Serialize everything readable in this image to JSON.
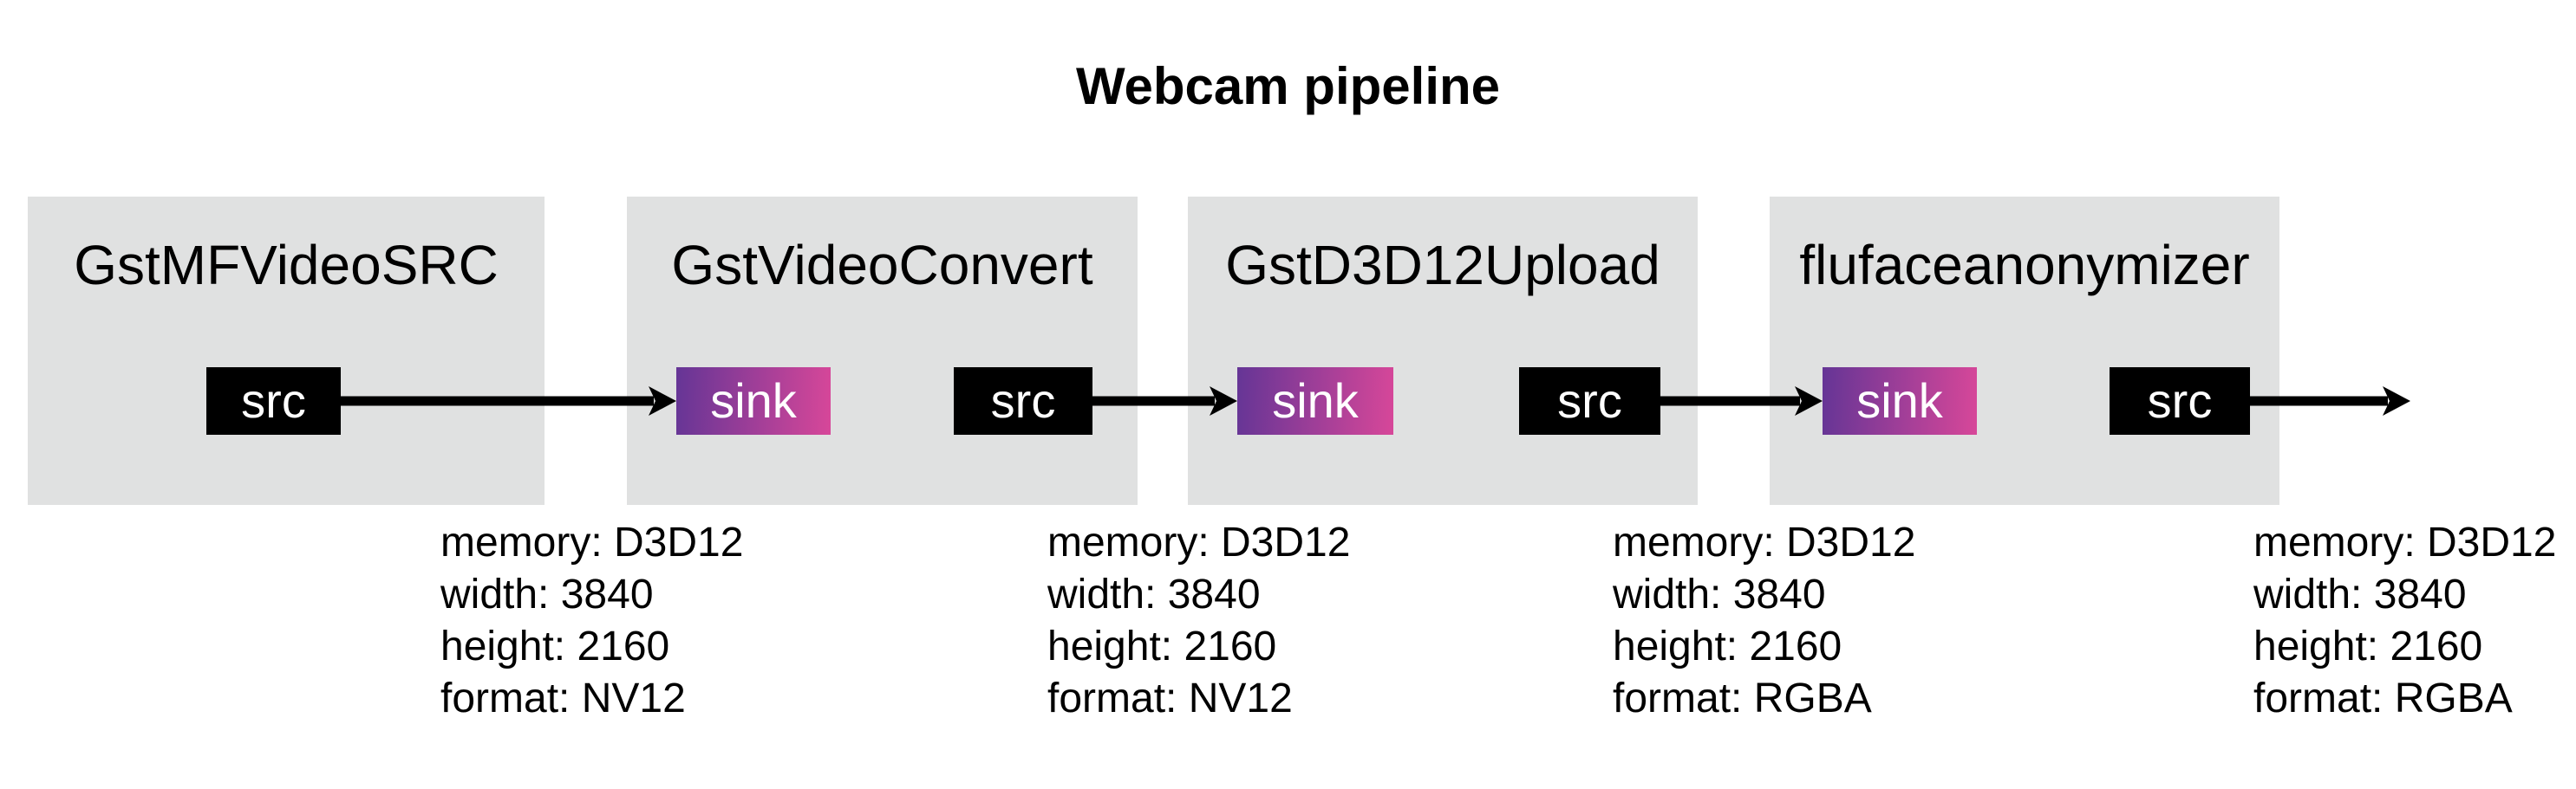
{
  "title": "Webcam pipeline",
  "colors": {
    "box_bg": "#e0e1e1",
    "pad_bg": "#000000",
    "pad_text": "#ffffff",
    "sink_from": "#653596",
    "sink_to": "#d74799",
    "arrow": "#000000",
    "text": "#000000",
    "background": "#ffffff"
  },
  "elements": [
    {
      "name": "GstMFVideoSRC",
      "pads": [
        "src"
      ]
    },
    {
      "name": "GstVideoConvert",
      "pads": [
        "sink",
        "src"
      ]
    },
    {
      "name": "GstD3D12Upload",
      "pads": [
        "sink",
        "src"
      ]
    },
    {
      "name": "flufaceanonymizer",
      "pads": [
        "sink",
        "src"
      ]
    }
  ],
  "links": [
    {
      "caps": [
        "memory: D3D12",
        "width: 3840",
        "height: 2160",
        "format: NV12"
      ]
    },
    {
      "caps": [
        "memory: D3D12",
        "width: 3840",
        "height: 2160",
        "format: NV12"
      ]
    },
    {
      "caps": [
        "memory: D3D12",
        "width: 3840",
        "height: 2160",
        "format: RGBA"
      ]
    },
    {
      "caps": [
        "memory: D3D12",
        "width: 3840",
        "height: 2160",
        "format: RGBA"
      ]
    }
  ]
}
